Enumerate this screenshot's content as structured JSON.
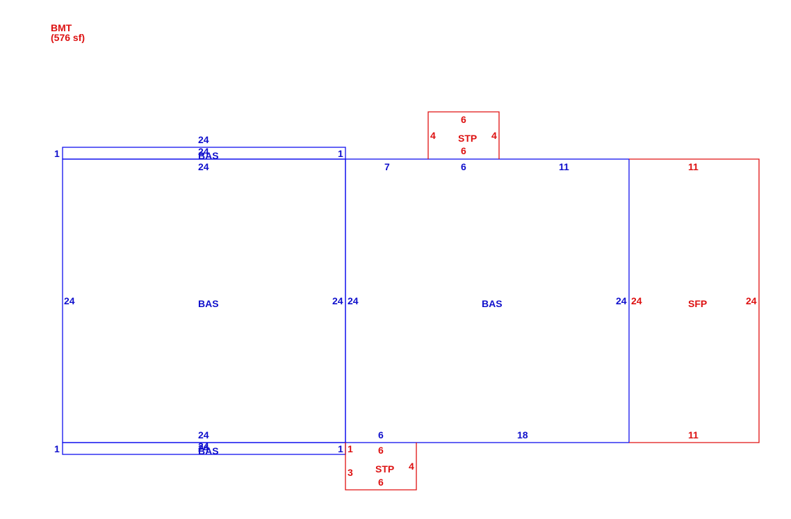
{
  "header": {
    "code": "BMT",
    "area": "(576 sf)"
  },
  "colors": {
    "main": "#1010ee",
    "secondary": "#e01010"
  },
  "areas": {
    "bas_left": {
      "name": "BAS",
      "dims": {
        "top": "24",
        "bottom": "24",
        "left": "24",
        "right": "24"
      }
    },
    "bas_strip_top": {
      "name": "BAS",
      "dims": {
        "top": "24",
        "bottom": "24",
        "left": "1",
        "right": "1"
      }
    },
    "bas_strip_bottom": {
      "name": "BAS",
      "dims": {
        "top": "24",
        "bottom": "24",
        "left": "1",
        "right": "1"
      }
    },
    "bas_middle": {
      "name": "BAS",
      "dims": {
        "top_segments": [
          "7",
          "6",
          "11"
        ],
        "bottom_segments": [
          "6",
          "18"
        ],
        "left": "24",
        "right": "24"
      }
    },
    "sfp": {
      "name": "SFP",
      "dims": {
        "top": "11",
        "bottom": "11",
        "left": "24",
        "right": "24"
      }
    },
    "stp_top": {
      "name": "STP",
      "dims": {
        "top": "6",
        "bottom": "6",
        "left": "4",
        "right": "4"
      }
    },
    "stp_bottom": {
      "name": "STP",
      "dims": {
        "top": "6",
        "bottom": "6",
        "left": "3",
        "right": "4",
        "corner": "1"
      }
    }
  }
}
